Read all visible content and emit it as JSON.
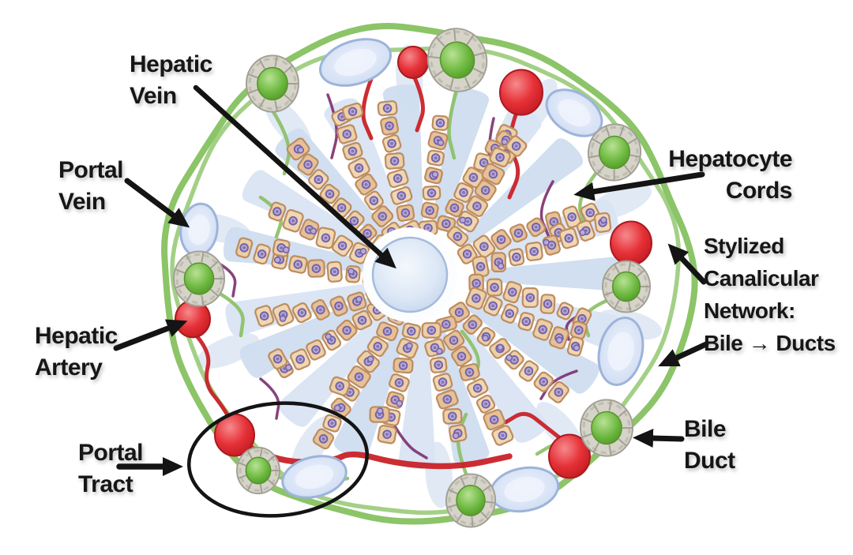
{
  "diagram": {
    "subject": "liver-lobule-cross-section"
  },
  "labels": {
    "hepatic_vein": [
      "Hepatic",
      "Vein"
    ],
    "portal_vein": [
      "Portal",
      "Vein"
    ],
    "hepatic_artery": [
      "Hepatic",
      "Artery"
    ],
    "portal_tract": [
      "Portal",
      "Tract"
    ],
    "hepatocyte_cords": [
      "Hepatocyte",
      "Cords"
    ],
    "canalicular": [
      "Stylized",
      "Canalicular",
      "Network:",
      "Bile → Ducts"
    ],
    "bile_duct": [
      "Bile",
      "Duct"
    ]
  },
  "palette": {
    "boundary_green": "#8cc468",
    "canaliculus_green": "#8abf63",
    "bile_duct_green": "#66b13c",
    "duct_ring_gray": "#d6d4c9",
    "artery_red": "#e3292f",
    "vessel_red_line": "#c92228",
    "portal_purple": "#7b2d6e",
    "vein_blue_fill": "#d2dff4",
    "vein_blue_stroke": "#9db4d9",
    "sinusoid_blue": "#cddcef",
    "hepatocyte_fill": "#eccfa6",
    "hepatocyte_stroke": "#bd8c60",
    "nucleus_purple": "#b9aad8",
    "nucleus_ring": "#7463a8",
    "annotation_black": "#141414",
    "label_color": "#161616"
  }
}
